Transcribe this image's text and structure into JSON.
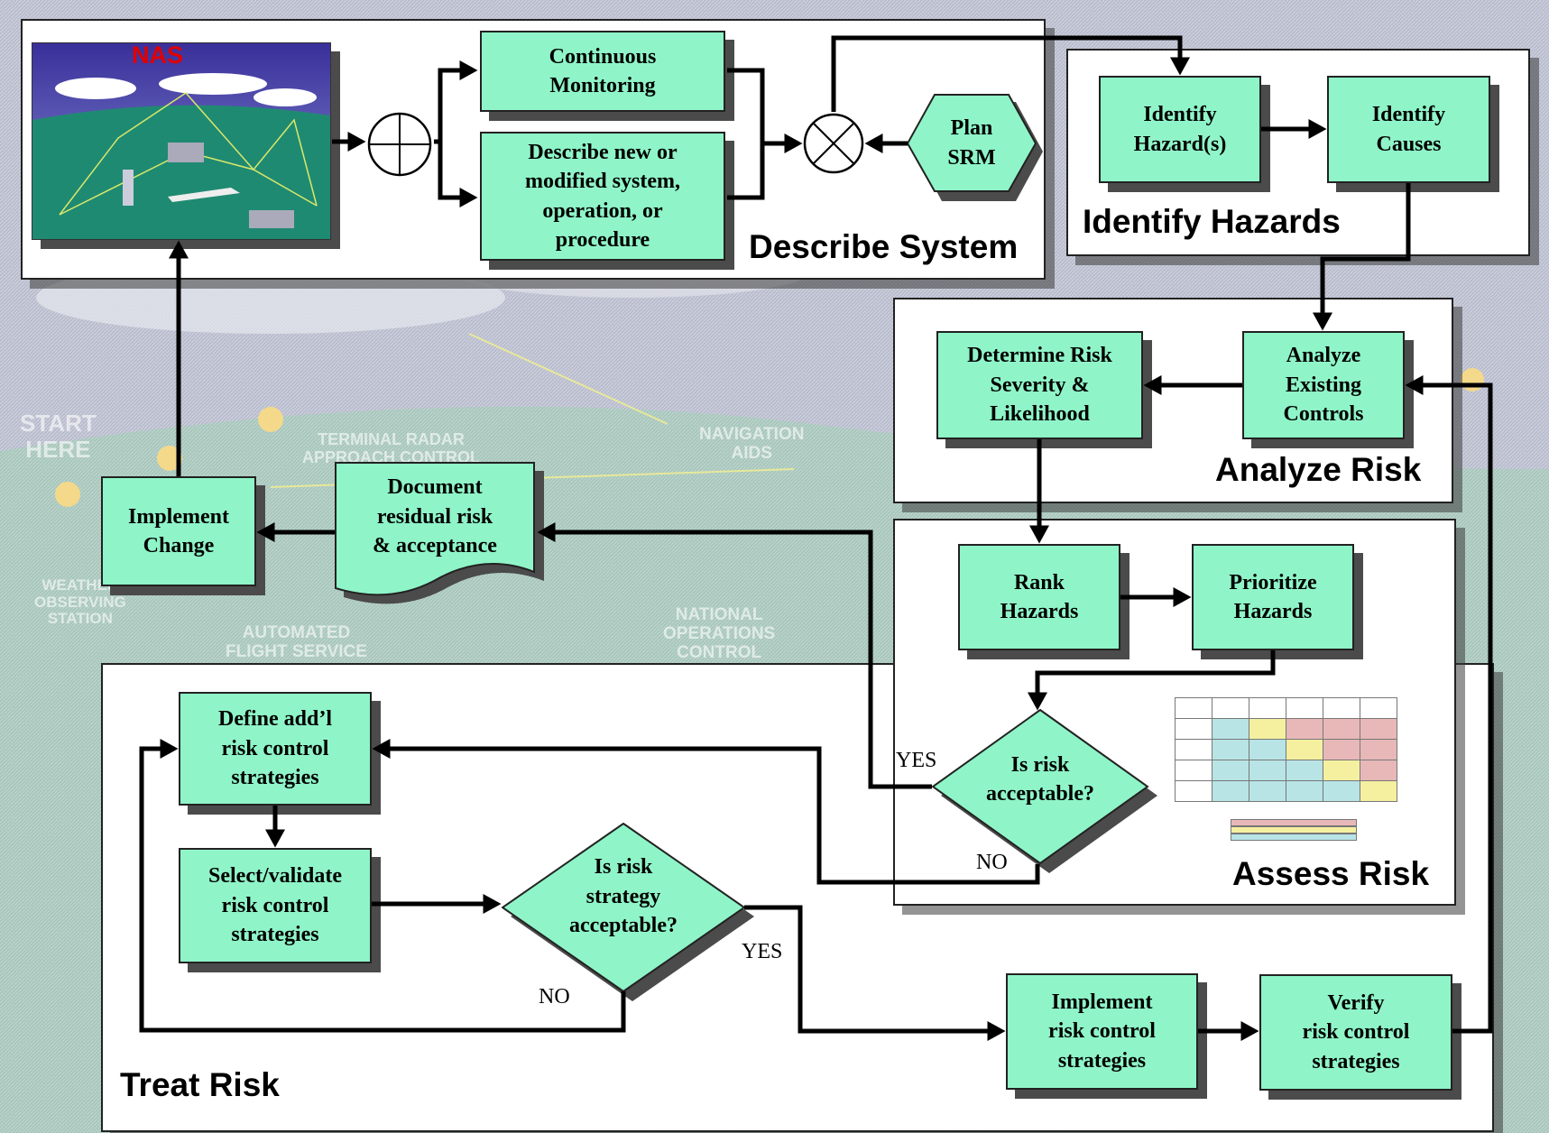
{
  "panels": {
    "describe_system": "Describe System",
    "identify_hazards": "Identify Hazards",
    "analyze_risk": "Analyze Risk",
    "assess_risk": "Assess Risk",
    "treat_risk": "Treat Risk"
  },
  "nas_image": {
    "label": "NAS"
  },
  "boxes": {
    "continuous_monitoring": "Continuous\nMonitoring",
    "describe_new": "Describe new or\nmodified system,\noperation, or\nprocedure",
    "plan_srm": "Plan\nSRM",
    "identify_hazards": "Identify\nHazard(s)",
    "identify_causes": "Identify\nCauses",
    "analyze_controls": "Analyze\nExisting\nControls",
    "determine_severity": "Determine Risk\nSeverity &\nLikelihood",
    "rank_hazards": "Rank\nHazards",
    "prioritize_hazards": "Prioritize\nHazards",
    "is_risk_acceptable": "Is risk\nacceptable?",
    "document_residual": "Document\nresidual risk\n& acceptance",
    "implement_change": "Implement\nChange",
    "define_strategies": "Define add’l\nrisk control\nstrategies",
    "select_validate": "Select/validate\nrisk control\nstrategies",
    "is_strategy_acceptable": "Is risk\nstrategy\nacceptable?",
    "implement_strategies": "Implement\nrisk control\nstrategies",
    "verify_strategies": "Verify\nrisk control\nstrategies"
  },
  "labels": {
    "yes_assess": "YES",
    "no_assess": "NO",
    "yes_treat": "YES",
    "no_treat": "NO"
  },
  "background_text": {
    "start_here": "START\nHERE",
    "terminal_radar": "TERMINAL RADAR\nAPPROACH CONTROL",
    "navigation_aids": "NAVIGATION\nAIDS",
    "weather_station": "WEATHER\nOBSERVING\nSTATION",
    "automated_flight": "AUTOMATED\nFLIGHT SERVICE",
    "national_ops": "NATIONAL\nOPERATIONS\nCONTROL"
  },
  "colors": {
    "box_fill": "#8ff5c8",
    "line": "#000000",
    "nas_label": "#e00000"
  }
}
